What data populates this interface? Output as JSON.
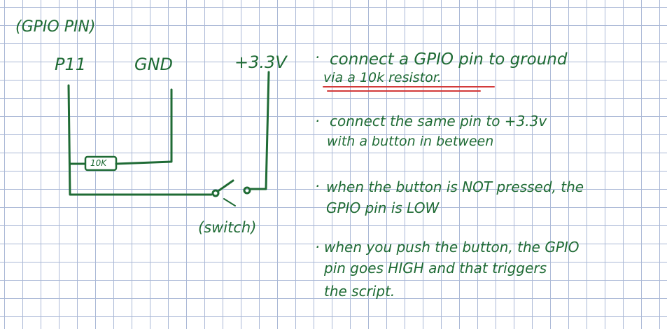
{
  "title": "(GPIO PIN)",
  "labels": {
    "pin": "P11",
    "gnd": "GND",
    "vcc": "+3.3V",
    "resistor": "10K",
    "switch": "(switch)"
  },
  "notes": [
    {
      "bullet": "·",
      "lines": [
        "connect a GPIO pin to ground",
        "via a 10k resistor."
      ]
    },
    {
      "bullet": "·",
      "lines": [
        "connect the same pin to +3.3v",
        "with a button in between"
      ]
    },
    {
      "bullet": "·",
      "lines": [
        "when the button is NOT pressed, the",
        "GPIO pin is LOW"
      ]
    },
    {
      "bullet": "·",
      "lines": [
        "when you push the button, the GPIO",
        "pin goes HIGH and that triggers",
        "the script."
      ]
    }
  ],
  "colors": {
    "ink": "#1f6b35",
    "underline": "#d33b3b",
    "grid": "#aab8d6"
  }
}
